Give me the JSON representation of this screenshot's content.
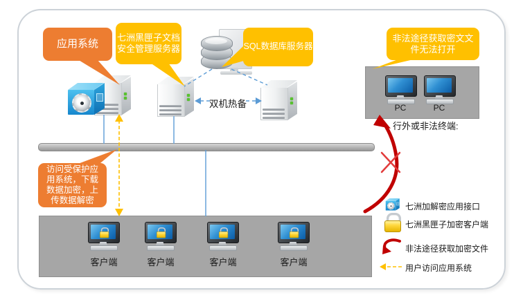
{
  "callouts": {
    "app_system": {
      "text": "应用系统",
      "color": "#ED7D31"
    },
    "mgmt_server": {
      "lines": [
        "七洲黑匣子文档",
        "安全管理服务器"
      ],
      "color": "#FFC000"
    },
    "sql_server": {
      "text": "SQL数据库服务器",
      "color": "#FFC000"
    },
    "illegal_file": {
      "lines": [
        "非法途径获取密文文",
        "件无法打开"
      ],
      "color": "#FFC000"
    },
    "access_flow": {
      "lines": [
        "访问受保护应",
        "用系统，下载",
        "数据加密，上",
        "传数据解密"
      ],
      "color": "#ED7D31"
    }
  },
  "labels": {
    "hot_standby": "双机热备",
    "external_terminal": "行外或非法终端:",
    "pcs": [
      "PC",
      "PC"
    ],
    "clients": [
      "客户端",
      "客户端",
      "客户端",
      "客户端"
    ]
  },
  "legend": {
    "items": [
      {
        "icon": "safe-icon",
        "label": "七洲加解密应用接口"
      },
      {
        "icon": "lock-icon",
        "label": "七洲黑匣子加密客户端"
      },
      {
        "icon": "red-curved-arrow-icon",
        "label": "非法途径获取加密文件"
      },
      {
        "icon": "yellow-dashed-arrow-icon",
        "label": "用户访问应用系统"
      }
    ]
  },
  "colors": {
    "orange": "#ED7D31",
    "amber": "#FFC000",
    "gray": "#A6A6A6",
    "blue": "#5B9BD5",
    "red": "#C00000"
  }
}
